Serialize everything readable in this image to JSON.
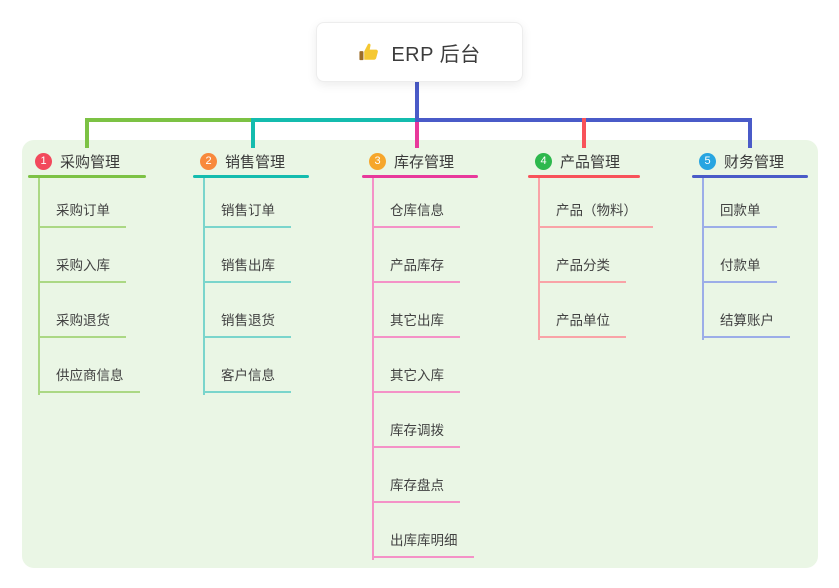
{
  "root": {
    "title": "ERP 后台",
    "icon": "thumbs-up-icon"
  },
  "branches": [
    {
      "num": "1",
      "title": "采购管理",
      "badge_color": "#f2495c",
      "line_color": "#7cc244",
      "light_color": "#abd884",
      "items": [
        "采购订单",
        "采购入库",
        "采购退货",
        "供应商信息"
      ]
    },
    {
      "num": "2",
      "title": "销售管理",
      "badge_color": "#f8893c",
      "line_color": "#14bcae",
      "light_color": "#7ad5cc",
      "items": [
        "销售订单",
        "销售出库",
        "销售退货",
        "客户信息"
      ]
    },
    {
      "num": "3",
      "title": "库存管理",
      "badge_color": "#f6a62b",
      "line_color": "#e8399b",
      "light_color": "#f492c7",
      "items": [
        "仓库信息",
        "产品库存",
        "其它出库",
        "其它入库",
        "库存调拨",
        "库存盘点",
        "出库库明细"
      ]
    },
    {
      "num": "4",
      "title": "产品管理",
      "badge_color": "#2db84d",
      "line_color": "#f8525a",
      "light_color": "#f9a3a7",
      "items": [
        "产品（物料）",
        "产品分类",
        "产品单位"
      ]
    },
    {
      "num": "5",
      "title": "财务管理",
      "badge_color": "#28a5e1",
      "line_color": "#4a5bc8",
      "light_color": "#9cade8",
      "items": [
        "回款单",
        "付款单",
        "结算账户"
      ]
    }
  ],
  "colors": {
    "root_line": "#4a5bc8",
    "panel_bg": "#eaf6e5",
    "thumb_yellow": "#f5c832",
    "thumb_sleeve": "#9c6d28"
  }
}
